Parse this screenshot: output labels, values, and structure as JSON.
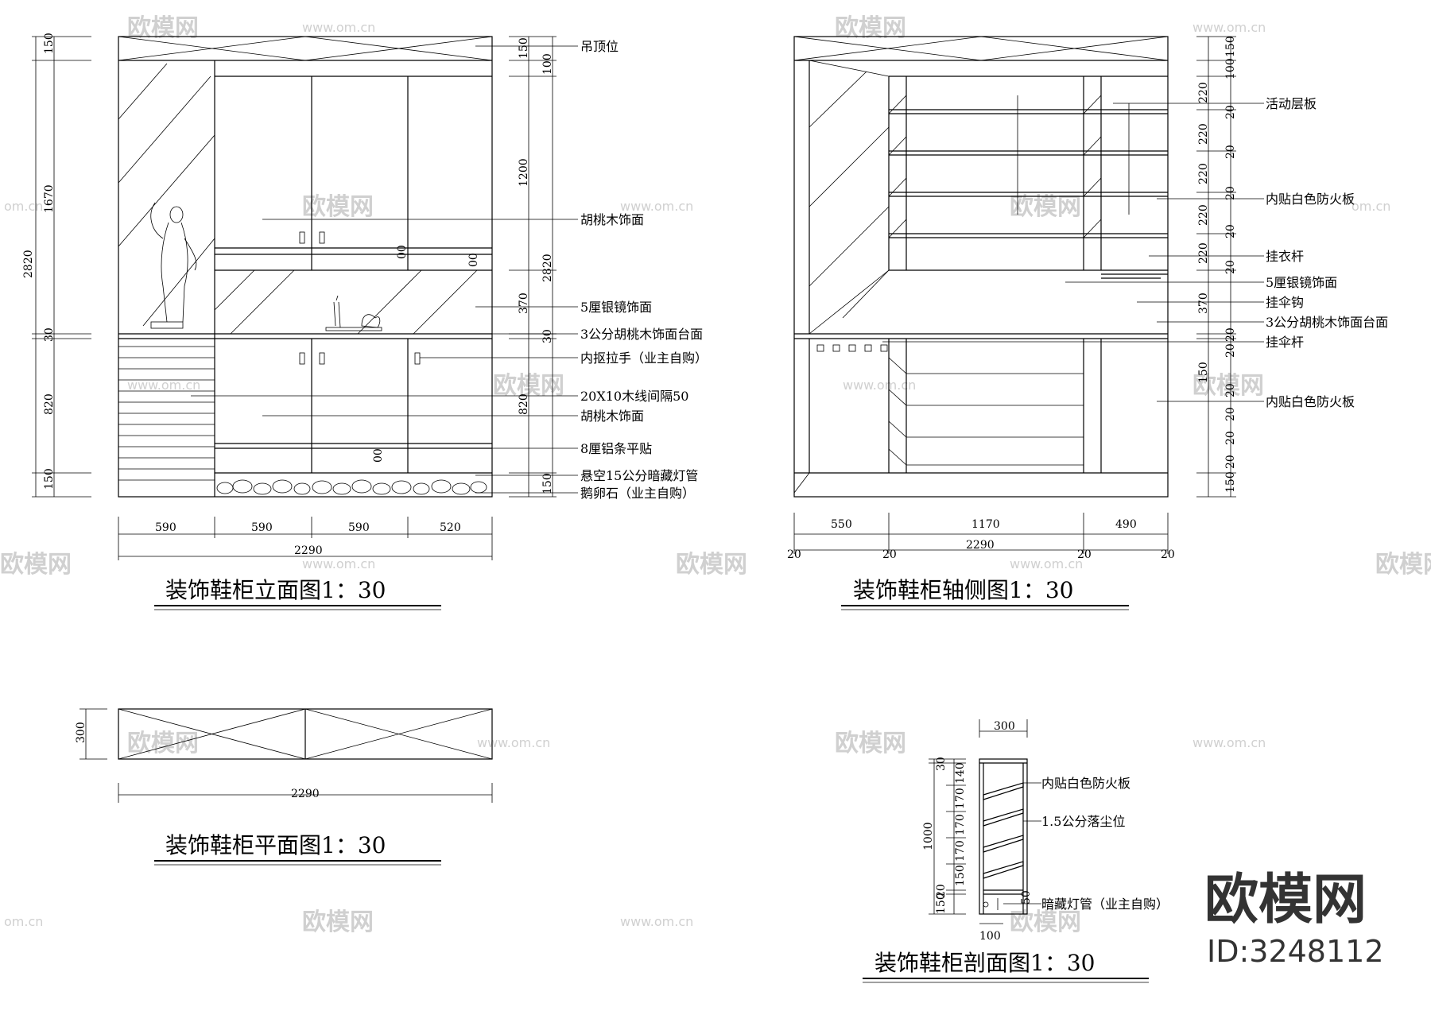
{
  "watermark": {
    "brand": "欧模网",
    "url": "www.om.cn",
    "url_short": "om.cn"
  },
  "logo": {
    "text": "欧模网",
    "id": "ID:3248112"
  },
  "elevation": {
    "title": "装饰鞋柜立面图1：30",
    "dims_left": [
      "150",
      "1670",
      "2820",
      "30",
      "820",
      "150"
    ],
    "dims_right": [
      "150",
      "100",
      "1200",
      "370",
      "2820",
      "30",
      "820",
      "150"
    ],
    "dims_bottom": [
      "590",
      "590",
      "590",
      "520",
      "2290"
    ],
    "labels": [
      "吊顶位",
      "胡桃木饰面",
      "5厘银镜饰面",
      "3公分胡桃木饰面台面",
      "内抠拉手（业主自购）",
      "20X10木线间隔50",
      "胡桃木饰面",
      "8厘铝条平贴",
      "悬空15公分暗藏灯管",
      "鹅卵石（业主自购）"
    ],
    "inner_marks": [
      "00",
      "00",
      "00"
    ]
  },
  "axo": {
    "title": "装饰鞋柜轴侧图1：30",
    "dims_right": [
      "150",
      "100",
      "220",
      "20",
      "220",
      "20",
      "220",
      "20",
      "220",
      "20",
      "220",
      "20",
      "370",
      "20",
      "20",
      "150",
      "20",
      "20",
      "20",
      "20",
      "150"
    ],
    "dims_bottom": [
      "550",
      "1170",
      "490",
      "2290",
      "20",
      "20",
      "20",
      "20"
    ],
    "labels": [
      "活动层板",
      "内贴白色防火板",
      "挂衣杆",
      "5厘银镜饰面",
      "挂伞钩",
      "3公分胡桃木饰面台面",
      "挂伞杆",
      "内贴白色防火板"
    ]
  },
  "plan": {
    "title": "装饰鞋柜平面图1：30",
    "dims": [
      "300",
      "2290"
    ]
  },
  "section": {
    "title": "装饰鞋柜剖面图1：30",
    "dims_top": [
      "300"
    ],
    "dims_left": [
      "30",
      "140",
      "170",
      "170",
      "170",
      "150",
      "1000",
      "20",
      "150"
    ],
    "dims_bottom": [
      "100"
    ],
    "labels": [
      "内贴白色防火板",
      "1.5公分落尘位",
      "暗藏灯管（业主自购）"
    ],
    "mark": "50"
  }
}
